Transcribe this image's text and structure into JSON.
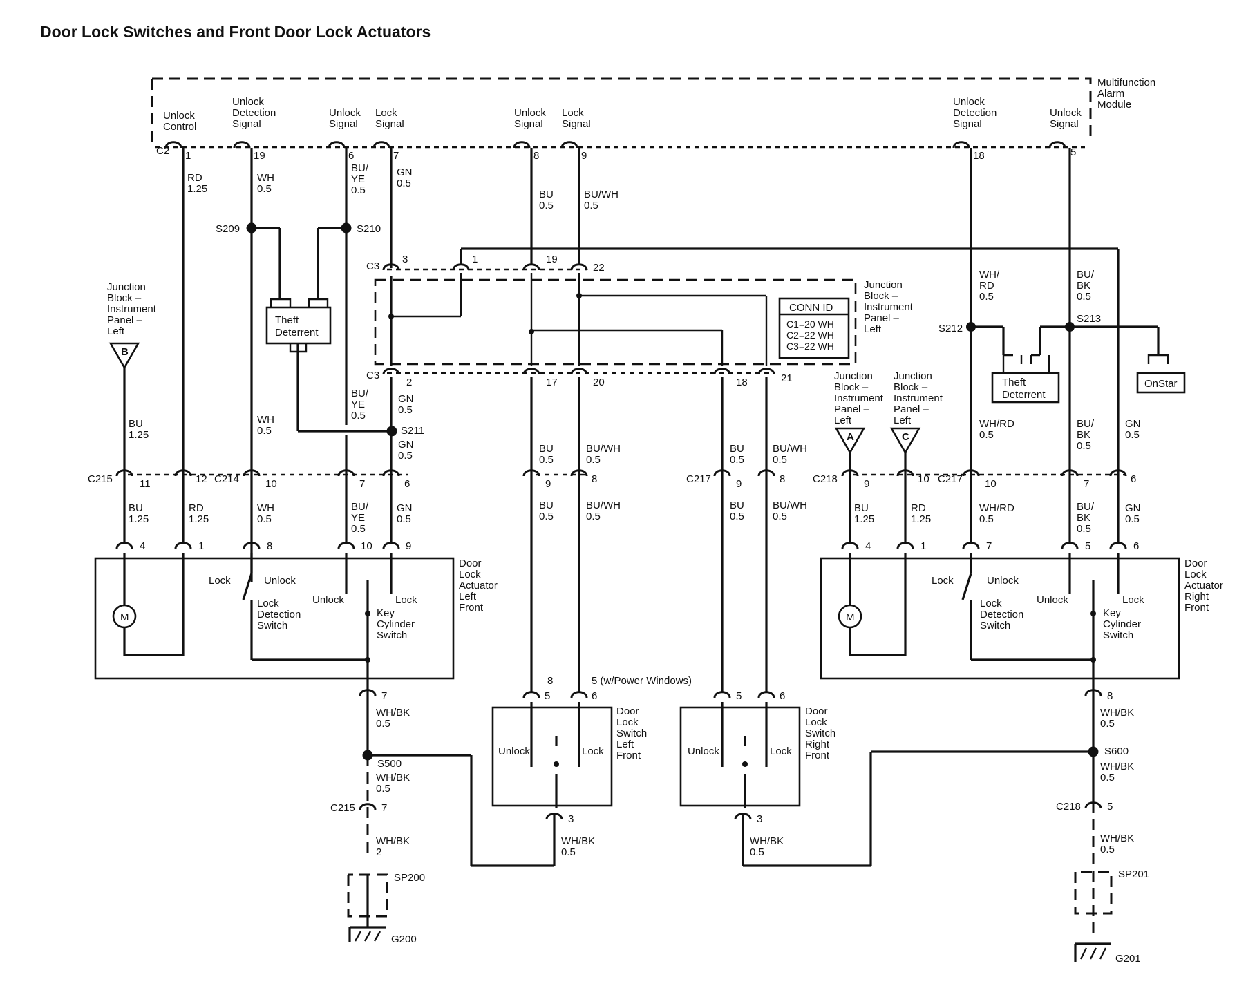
{
  "title": "Door Lock Switches and Front Door Lock Actuators",
  "module": {
    "name": [
      "Multifunction",
      "Alarm",
      "Module"
    ],
    "connector": "C2",
    "pins": [
      {
        "label": [
          "Unlock",
          "Control"
        ],
        "pin": "1"
      },
      {
        "label": [
          "Unlock",
          "Detection",
          "Signal"
        ],
        "pin": "19"
      },
      {
        "label": [
          "Unlock",
          "Signal"
        ],
        "pin": "6"
      },
      {
        "label": [
          "Lock",
          "Signal"
        ],
        "pin": "7"
      },
      {
        "label": [
          "Unlock",
          "Signal"
        ],
        "pin": "8"
      },
      {
        "label": [
          "Lock",
          "Signal"
        ],
        "pin": "9"
      },
      {
        "label": [
          "Unlock",
          "Detection",
          "Signal"
        ],
        "pin": "18"
      },
      {
        "label": [
          "Unlock",
          "Signal"
        ],
        "pin": "5"
      }
    ]
  },
  "wires": {
    "rd125": [
      "RD",
      "1.25"
    ],
    "wh05": [
      "WH",
      "0.5"
    ],
    "buye05": [
      "BU/",
      "YE",
      "0.5"
    ],
    "gn05": [
      "GN",
      "0.5"
    ],
    "bu05": [
      "BU",
      "0.5"
    ],
    "buwh05": [
      "BU/WH",
      "0.5"
    ],
    "whrd05_stack": [
      "WH/",
      "RD",
      "0.5"
    ],
    "bubk05": [
      "BU/",
      "BK",
      "0.5"
    ],
    "bu125": [
      "BU",
      "1.25"
    ],
    "whrd05": [
      "WH/RD",
      "0.5"
    ],
    "whbk05": [
      "WH/BK",
      "0.5"
    ],
    "whbk2": [
      "WH/BK",
      "2"
    ]
  },
  "splices": {
    "s209": "S209",
    "s210": "S210",
    "s211": "S211",
    "s212": "S212",
    "s213": "S213",
    "s500": "S500",
    "s600": "S600",
    "sp200": "SP200",
    "sp201": "SP201",
    "g200": "G200",
    "g201": "G201"
  },
  "connectors": {
    "c3": "C3",
    "c215": "C215",
    "c214": "C214",
    "c217": "C217",
    "c218": "C218"
  },
  "pins": {
    "c3_top": [
      "3",
      "1",
      "19",
      "22"
    ],
    "c3_bottom": [
      "2",
      "17",
      "20",
      "18",
      "21"
    ],
    "row_c2xx": [
      "11",
      "12",
      "10",
      "7",
      "6",
      "9",
      "8",
      "9",
      "8",
      "9",
      "10",
      "10",
      "7",
      "6"
    ],
    "actuator_left": [
      "4",
      "1",
      "8",
      "10",
      "9",
      "7"
    ],
    "actuator_right": [
      "4",
      "1",
      "7",
      "5",
      "6",
      "8"
    ],
    "switch_left": [
      "8",
      "5",
      "5 (w/Power Windows)",
      "6",
      "3"
    ],
    "switch_right": [
      "5",
      "6",
      "3"
    ],
    "c215_lower": "7",
    "c218_lower": "5"
  },
  "junction_block": {
    "name": [
      "Junction",
      "Block –",
      "Instrument",
      "Panel –",
      "Left"
    ],
    "name_left": [
      "Junction",
      "Block –",
      "Instrument",
      "Panel –",
      "Left"
    ],
    "conn_id_title": "CONN ID",
    "conn_ids": [
      "C1=20 WH",
      "C2=22 WH",
      "C3=22 WH"
    ],
    "ref_b": "B",
    "ref_a": "A",
    "ref_c": "C"
  },
  "components": {
    "theft_deterrent": [
      "Theft",
      "Deterrent"
    ],
    "onstar": "OnStar",
    "actuator_left": [
      "Door",
      "Lock",
      "Actuator",
      "Left",
      "Front"
    ],
    "actuator_right": [
      "Door",
      "Lock",
      "Actuator",
      "Right",
      "Front"
    ],
    "switch_left": [
      "Door",
      "Lock",
      "Switch",
      "Left",
      "Front"
    ],
    "switch_right": [
      "Door",
      "Lock",
      "Switch",
      "Right",
      "Front"
    ],
    "motor": "M",
    "lock": "Lock",
    "unlock": "Unlock",
    "lock_detection_switch": [
      "Lock",
      "Detection",
      "Switch"
    ],
    "key_cylinder_switch": [
      "Key",
      "Cylinder",
      "Switch"
    ]
  }
}
